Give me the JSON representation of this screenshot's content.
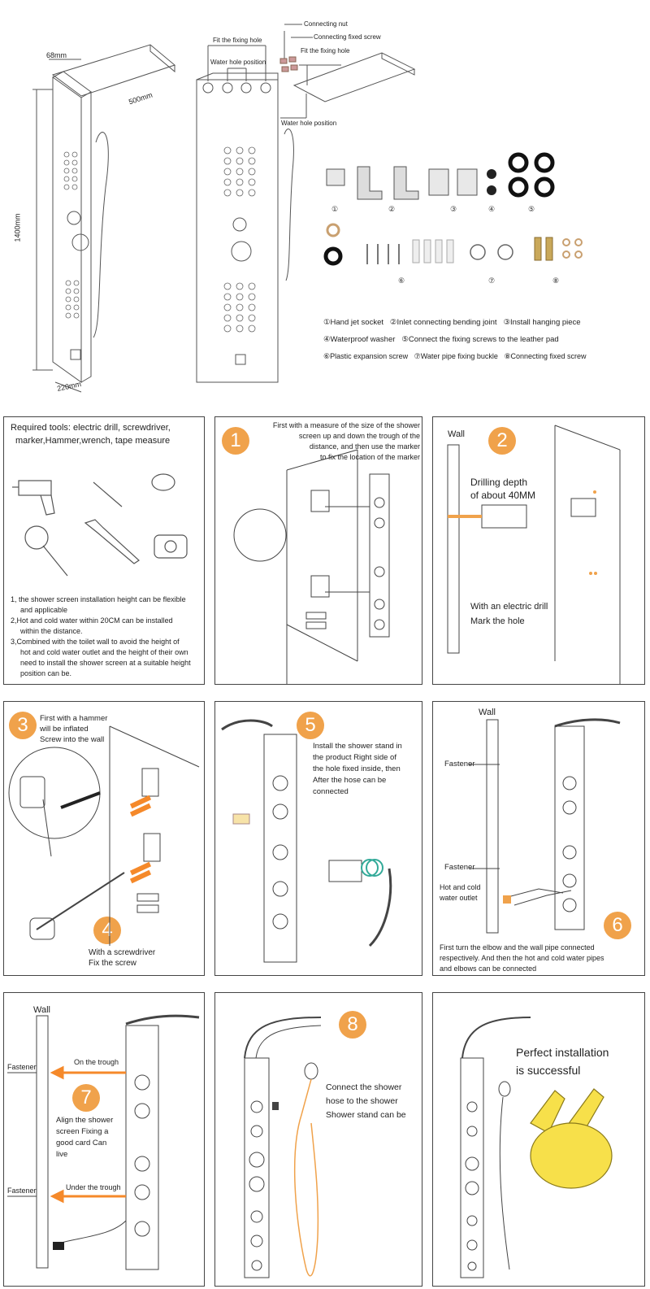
{
  "top": {
    "dim_68": "68mm",
    "dim_500": "500mm",
    "dim_1400": "1400mm",
    "dim_220": "220mm",
    "fit_fixing_hole": "Fit the fixing hole",
    "water_hole_position": "Water hole position",
    "connecting_nut": "Connecting nut",
    "connecting_fixed_screw": "Connecting fixed screw",
    "fit_fixing_hole_2": "Fit the fixing hole",
    "water_hole_position_2": "Water hole position",
    "part_numbers": [
      "①",
      "②",
      "③",
      "④",
      "⑤",
      "⑥",
      "⑦",
      "⑧"
    ],
    "legend_row1": [
      "①Hand jet socket",
      "②Inlet connecting bending joint",
      "③Install hanging piece"
    ],
    "legend_row2": [
      "④Waterproof washer",
      "⑤Connect the fixing screws to the leather pad"
    ],
    "legend_row3": [
      "⑥Plastic expansion screw",
      "⑦Water pipe fixing buckle",
      "⑧Connecting fixed screw"
    ]
  },
  "panels": {
    "tools": {
      "title_line1": "Required tools: electric drill, screwdriver,",
      "title_line2": "marker,Hammer,wrench, tape measure",
      "note1": "1, the shower screen installation height can be flexible",
      "note1b": "and applicable",
      "note2": "2,Hot and cold water within 20CM can be installed",
      "note2b": "within the distance.",
      "note3": "3,Combined with the toilet wall to avoid the height of",
      "note3b": "hot and cold water outlet and the height of their own",
      "note3c": "need to install the shower screen at a suitable height",
      "note3d": "position can be."
    },
    "step1": {
      "num": "1",
      "text1": "First with a measure of the size of the shower",
      "text2": "screen up and down the trough of the",
      "text3": "distance, and then use the marker",
      "text4": "to fix the location of the marker"
    },
    "step2": {
      "num": "2",
      "wall": "Wall",
      "drill1": "Drilling depth",
      "drill2": "of about 40MM",
      "mark1": "With an electric drill",
      "mark2": "Mark the hole"
    },
    "step34": {
      "num3": "3",
      "text3a": "First with a hammer",
      "text3b": "will be inflated",
      "text3c": "Screw into the wall",
      "num4": "4",
      "text4a": "With a screwdriver",
      "text4b": "Fix the screw"
    },
    "step5": {
      "num": "5",
      "t1": "Install the shower stand in",
      "t2": "the product Right side of",
      "t3": "the hole fixed inside, then",
      "t4": "After the hose can be",
      "t5": "connected"
    },
    "step6": {
      "num": "6",
      "wall": "Wall",
      "fastener1": "Fastener",
      "fastener2": "Fastener",
      "hc1": "Hot and cold",
      "hc2": "water outlet",
      "t1": "First turn the elbow and the wall pipe connected",
      "t2": "respectively. And then the hot and cold water pipes",
      "t3": "and elbows can be connected"
    },
    "step7": {
      "num": "7",
      "wall": "Wall",
      "fastener1": "Fastener",
      "fastener2": "Fastener",
      "on_trough": "On the trough",
      "under_trough": "Under the trough",
      "t1": "Align the shower",
      "t2": "screen Fixing a",
      "t3": "good card Can",
      "t4": "live"
    },
    "step8": {
      "num": "8",
      "t1": "Connect the shower",
      "t2": "hose to the shower",
      "t3": "Shower stand can be"
    },
    "final": {
      "t1": "Perfect installation",
      "t2": "is successful"
    }
  },
  "colors": {
    "accent_orange": "#f0a24b",
    "arrow_orange": "#f5892a",
    "hand_yellow": "#f7e04a",
    "line": "#333333"
  }
}
